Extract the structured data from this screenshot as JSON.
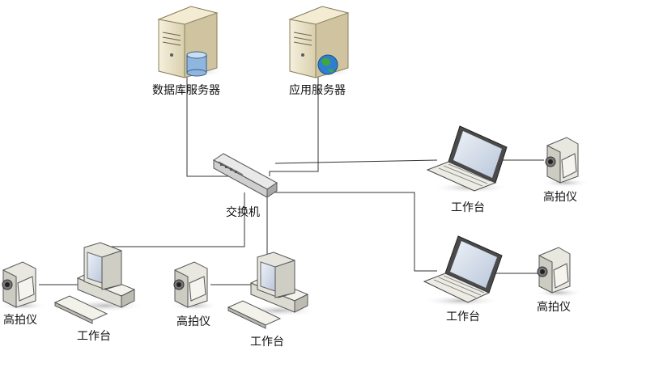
{
  "nodes": {
    "db_server": {
      "label": "数据库服务器"
    },
    "app_server": {
      "label": "应用服务器"
    },
    "switch": {
      "label": "交换机"
    },
    "laptop_1": {
      "label": "工作台"
    },
    "laptop_2": {
      "label": "工作台"
    },
    "desktop_1": {
      "label": "工作台"
    },
    "desktop_2": {
      "label": "工作台"
    },
    "camera_1": {
      "label": "高拍仪"
    },
    "camera_2": {
      "label": "高拍仪"
    },
    "camera_3": {
      "label": "高拍仪"
    },
    "camera_4": {
      "label": "高拍仪"
    }
  },
  "colors": {
    "server_body": "#ede4c8",
    "server_front": "#d8cfae",
    "device_body": "#f0efe8",
    "screen": "#cfd8e6",
    "shadow": "#c8c8c8",
    "line": "#333333",
    "globe": "#2f7fd0",
    "db_cylinder": "#8fb6de"
  }
}
